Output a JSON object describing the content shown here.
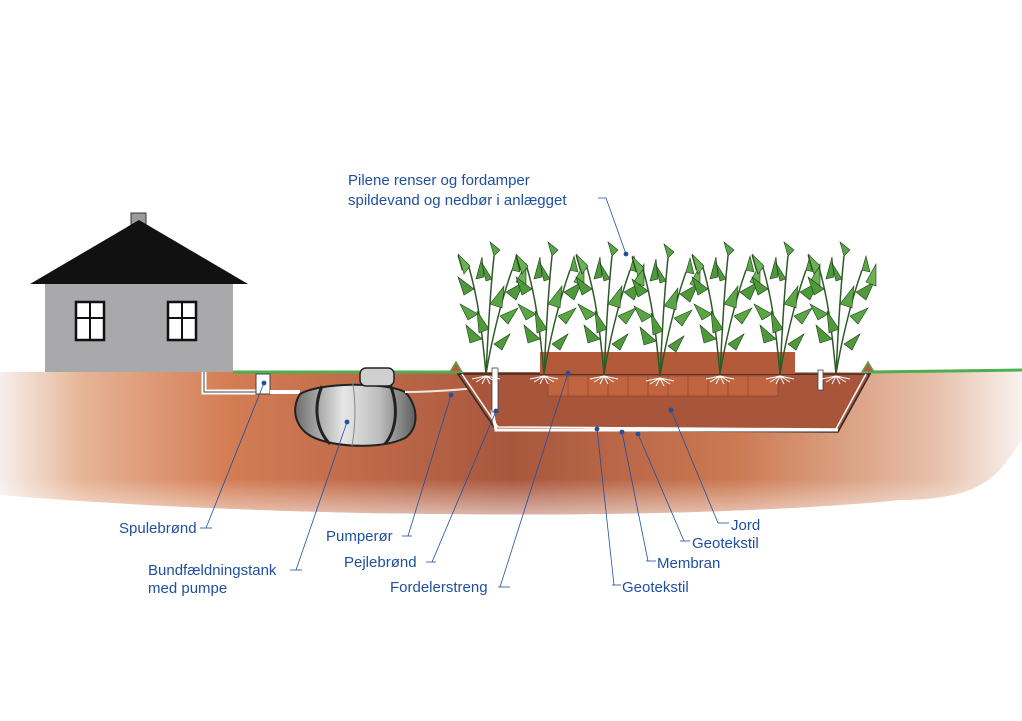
{
  "colors": {
    "label": "#1f4fa0",
    "leader": "#1f4fa0",
    "soil_dark": "#a5533a",
    "soil_light": "#d9855c",
    "grass": "#4fae50",
    "house_wall": "#a9a9ab",
    "roof": "#111111",
    "bed": "#b85c3c",
    "leaf": "#4e9a3a"
  },
  "labels": {
    "willows": [
      "Pilene renser og fordamper",
      "spildevand og nedbør i anlægget"
    ],
    "spulebroend": "Spulebrønd",
    "tank": [
      "Bundfældningstank",
      "med pumpe"
    ],
    "pumperoer": "Pumperør",
    "pejlebroend": "Pejlebrønd",
    "fordelerstreng": "Fordelerstreng",
    "jord": "Jord",
    "geotekstil_upper": "Geotekstil",
    "membran": "Membran",
    "geotekstil_lower": "Geotekstil"
  },
  "icons": [
    "house-icon",
    "septic-tank-icon",
    "willow-plant-icon",
    "window-icon"
  ]
}
